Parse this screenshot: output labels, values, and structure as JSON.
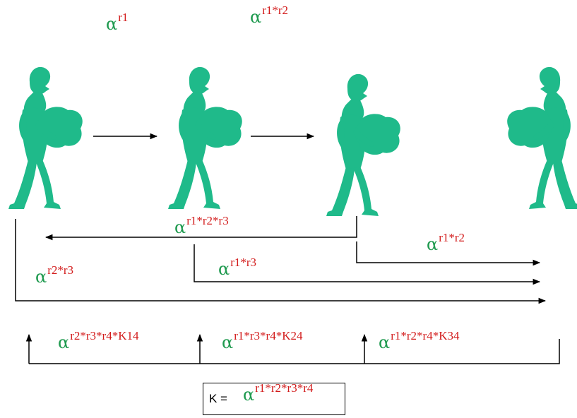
{
  "colors": {
    "person": "#1fba8a",
    "alpha": "#1f9a4f",
    "exponent": "#d21a1a",
    "lines": "#000000"
  },
  "alpha_symbol": "α",
  "labels": {
    "top_r1": "r1",
    "top_r1r2": "r1*r2",
    "path_r1r2r3": "r1*r2*r3",
    "path_r1r2": "r1*r2",
    "path_r2r3": "r2*r3",
    "path_r1r3": "r1*r3",
    "k14": "r2*r3*r4*K14",
    "k24": "r1*r3*r4*K24",
    "k34": "r1*r2*r4*K34"
  },
  "k_box": {
    "name": "K =",
    "exponent": "r1*r2*r3*r4"
  },
  "people": [
    {
      "name": "person-1",
      "facing": "right"
    },
    {
      "name": "person-2",
      "facing": "right"
    },
    {
      "name": "person-3",
      "facing": "right"
    },
    {
      "name": "person-4",
      "facing": "left"
    }
  ]
}
